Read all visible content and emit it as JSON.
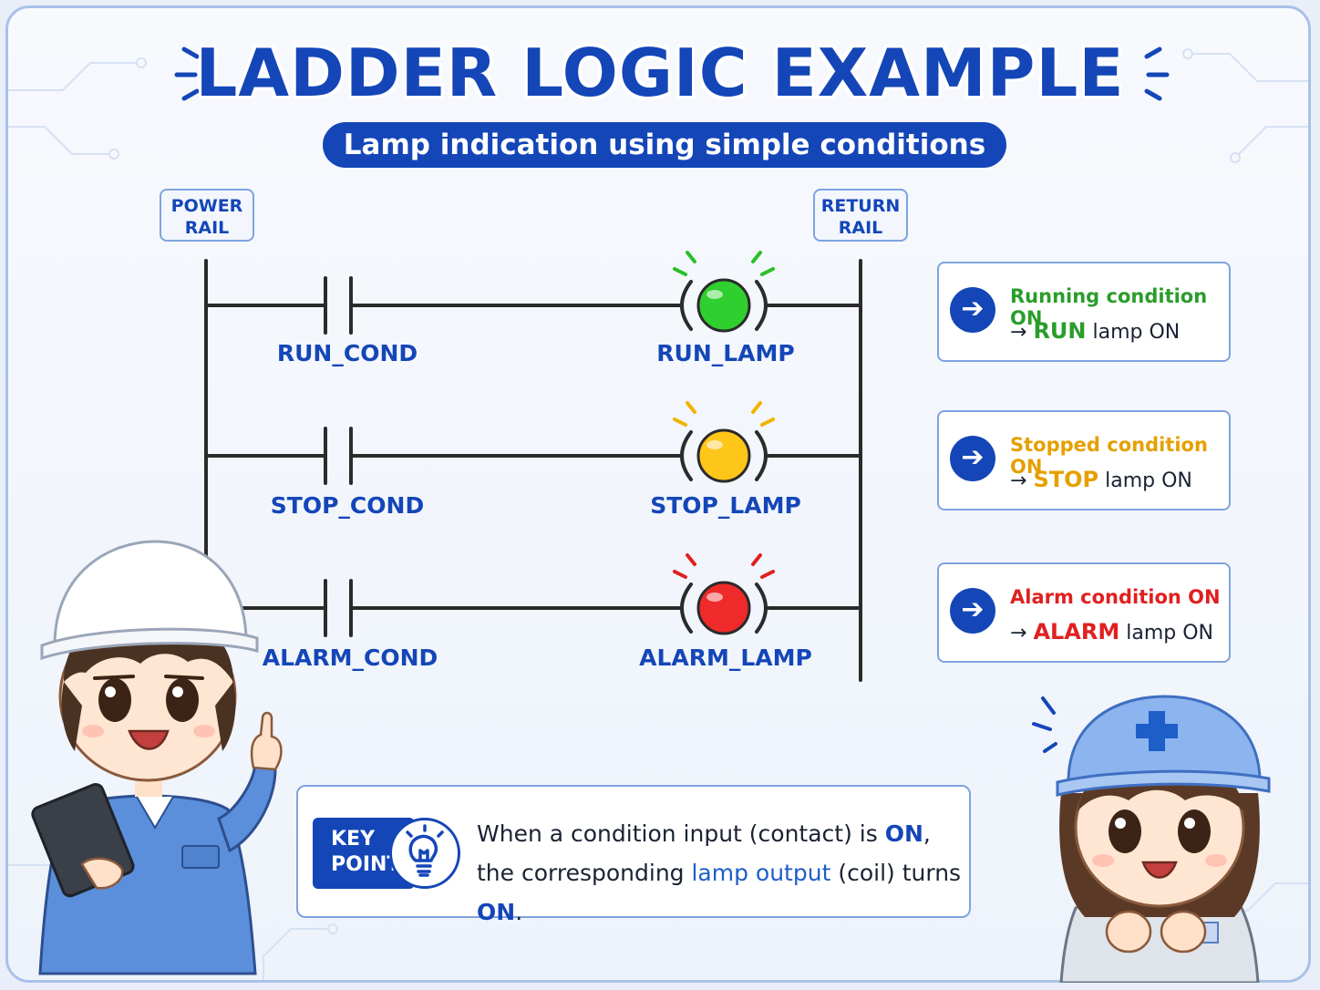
{
  "title": "LADDER LOGIC EXAMPLE",
  "subtitle": "Lamp indication using simple conditions",
  "rails": {
    "power_line1": "POWER",
    "power_line2": "RAIL",
    "return_line1": "RETURN",
    "return_line2": "RAIL"
  },
  "rungs": [
    {
      "contact": "RUN_COND",
      "coil": "RUN_LAMP",
      "lamp_color": "#2fcf2f",
      "ray_color": "#2bbf2b"
    },
    {
      "contact": "STOP_COND",
      "coil": "STOP_LAMP",
      "lamp_color": "#ffc61a",
      "ray_color": "#f0b400"
    },
    {
      "contact": "ALARM_COND",
      "coil": "ALARM_LAMP",
      "lamp_color": "#ee2a2a",
      "ray_color": "#e02020"
    }
  ],
  "notes": [
    {
      "condition": "Running condition ON",
      "arrow": "→",
      "lamp": "RUN",
      "suffix": "lamp ON",
      "color": "#2a9d2a"
    },
    {
      "condition": "Stopped condition ON",
      "arrow": "→",
      "lamp": "STOP",
      "suffix": "lamp ON",
      "color": "#e5a000"
    },
    {
      "condition": "Alarm condition ON",
      "arrow": "→",
      "lamp": "ALARM",
      "suffix": "lamp ON",
      "color": "#e02020"
    }
  ],
  "key_point": {
    "badge_line1": "KEY",
    "badge_line2": "POINT",
    "l1_a": "When a condition input (contact) is ",
    "l1_b": "ON",
    "l1_c": ",",
    "l2_a": "the corresponding ",
    "l2_b": "lamp output",
    "l2_c": " (coil) turns ",
    "l2_d": "ON",
    "l2_e": "."
  },
  "colors": {
    "brand_blue": "#1446b8",
    "rail_line": "#2b2b2b",
    "border": "#7ea3e0"
  }
}
